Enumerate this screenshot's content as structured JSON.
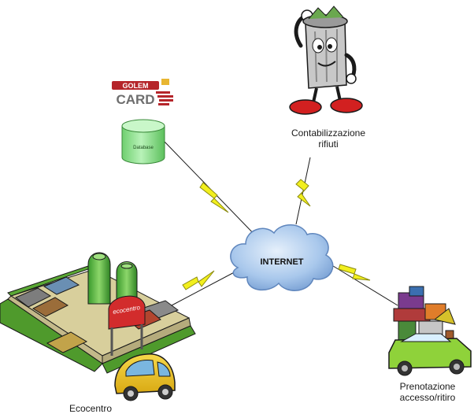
{
  "logo": {
    "golem": "GOLEM",
    "card": "CARD"
  },
  "database": {
    "label": "Database"
  },
  "cloud": {
    "label": "INTERNET"
  },
  "nodes": {
    "contabilizzazione": {
      "line1": "Contabilizzazione",
      "line2": "rifiuti"
    },
    "prenotazione": {
      "line1": "Prenotazione",
      "line2": "accesso/ritiro"
    },
    "ecocentro": {
      "label": "Ecocentro",
      "sign": "ecocentro"
    }
  },
  "colors": {
    "lightning": "#f2ef1e",
    "cloud": "#a9c8ec",
    "database": "#8de08d",
    "logo_red": "#b5252a"
  }
}
